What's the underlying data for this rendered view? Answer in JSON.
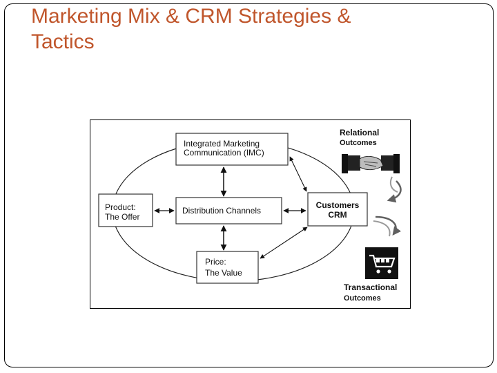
{
  "slide": {
    "title_line1": "Marketing Mix & CRM Strategies &",
    "title_line2": "Tactics"
  },
  "diagram": {
    "imc": {
      "line1": "Integrated Marketing",
      "line2": "Communication (IMC)"
    },
    "product": {
      "line1": "Product:",
      "line2": "The Offer"
    },
    "distribution": {
      "label": "Distribution Channels"
    },
    "price": {
      "line1": "Price:",
      "line2": "The Value"
    },
    "customers": {
      "line1": "Customers",
      "line2": "CRM"
    },
    "relational": {
      "line1": "Relational",
      "line2": "Outcomes"
    },
    "transactional": {
      "line1": "Transactional",
      "line2": "Outcomes"
    },
    "icons": {
      "relational": "handshake-icon",
      "transactional": "shopping-cart-icon"
    }
  },
  "colors": {
    "title": "#c0562c",
    "cycle_arrow": "#606060"
  }
}
